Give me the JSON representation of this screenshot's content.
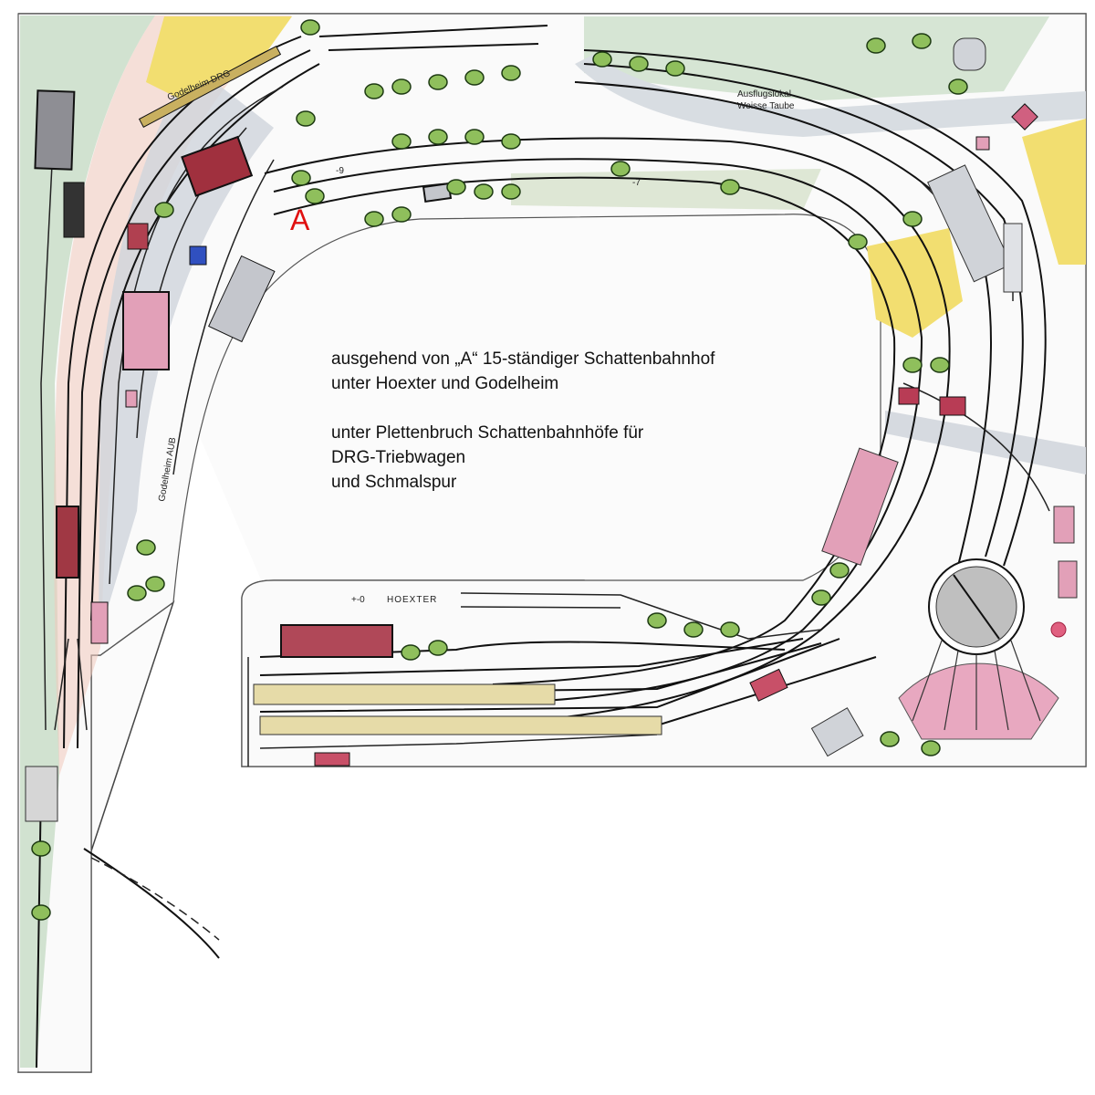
{
  "plan": {
    "labels": {
      "godelheim_drg": "Godelheim DRG",
      "godelheim_aub": "Godelheim AUB",
      "ausflugslokal_1": "Ausflugslokal",
      "ausflugslokal_2": "Weisse Taube",
      "level_minus9": "-9",
      "level_minus7": "-7",
      "point_a": "A",
      "level_zero": "+-0",
      "hoexter": "HOEXTER"
    },
    "notes": [
      "ausgehend von „A“  15-ständiger Schattenbahnhof",
      "unter Hoexter und Godelheim",
      "unter Plettenbruch Schattenbahnhöfe für",
      "DRG-Triebwagen",
      "und Schmalspur"
    ]
  },
  "colors": {
    "grass": "#c9dcc0",
    "gravel": "#d6dae0",
    "pink": "#e6b8c4",
    "red": "#b03050",
    "yellow": "#f2de70",
    "tree": "#8fbf5c",
    "marker": "#e01010"
  }
}
